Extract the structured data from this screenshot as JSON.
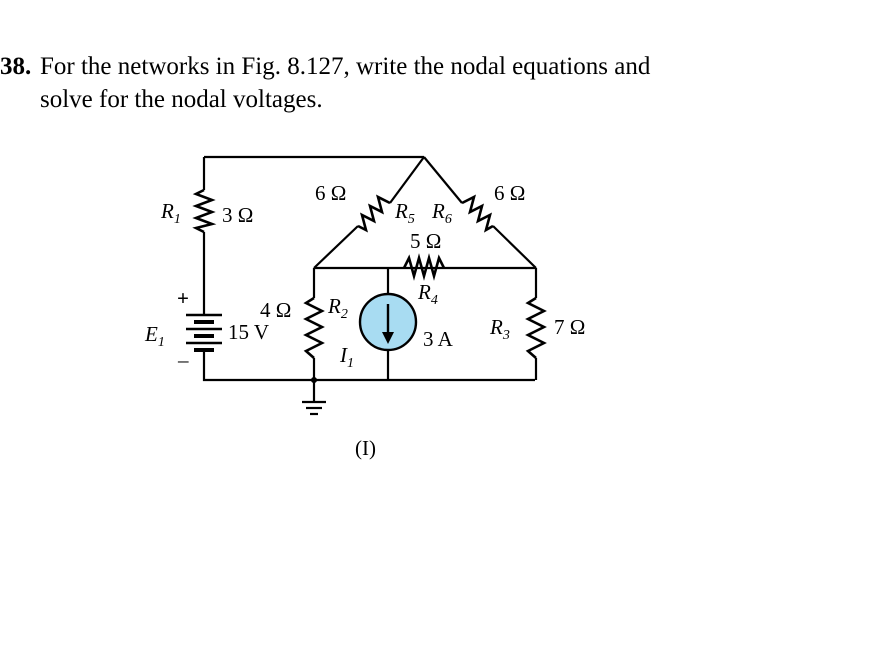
{
  "problem": {
    "number": "38.",
    "line1": "For the networks in Fig. 8.127, write the nodal equations and",
    "line2": "solve for the nodal voltages."
  },
  "circuit": {
    "caption": "(I)",
    "R1": {
      "sym": "R",
      "sub": "1",
      "value": "3 Ω"
    },
    "R2": {
      "sym": "R",
      "sub": "2",
      "value": "4 Ω"
    },
    "R3": {
      "sym": "R",
      "sub": "3",
      "value": "7 Ω"
    },
    "R4": {
      "sym": "R",
      "sub": "4",
      "value": "5 Ω"
    },
    "R5": {
      "sym": "R",
      "sub": "5",
      "value": "6 Ω"
    },
    "R6": {
      "sym": "R",
      "sub": "6",
      "value": "6 Ω"
    },
    "E1": {
      "sym": "E",
      "sub": "1",
      "value": "15 V",
      "plus": "+",
      "minus": "–"
    },
    "I1": {
      "sym": "I",
      "sub": "1",
      "value": "3 A"
    },
    "colors": {
      "current_source_fill": "#a8dcf2",
      "ink": "#000000"
    }
  }
}
